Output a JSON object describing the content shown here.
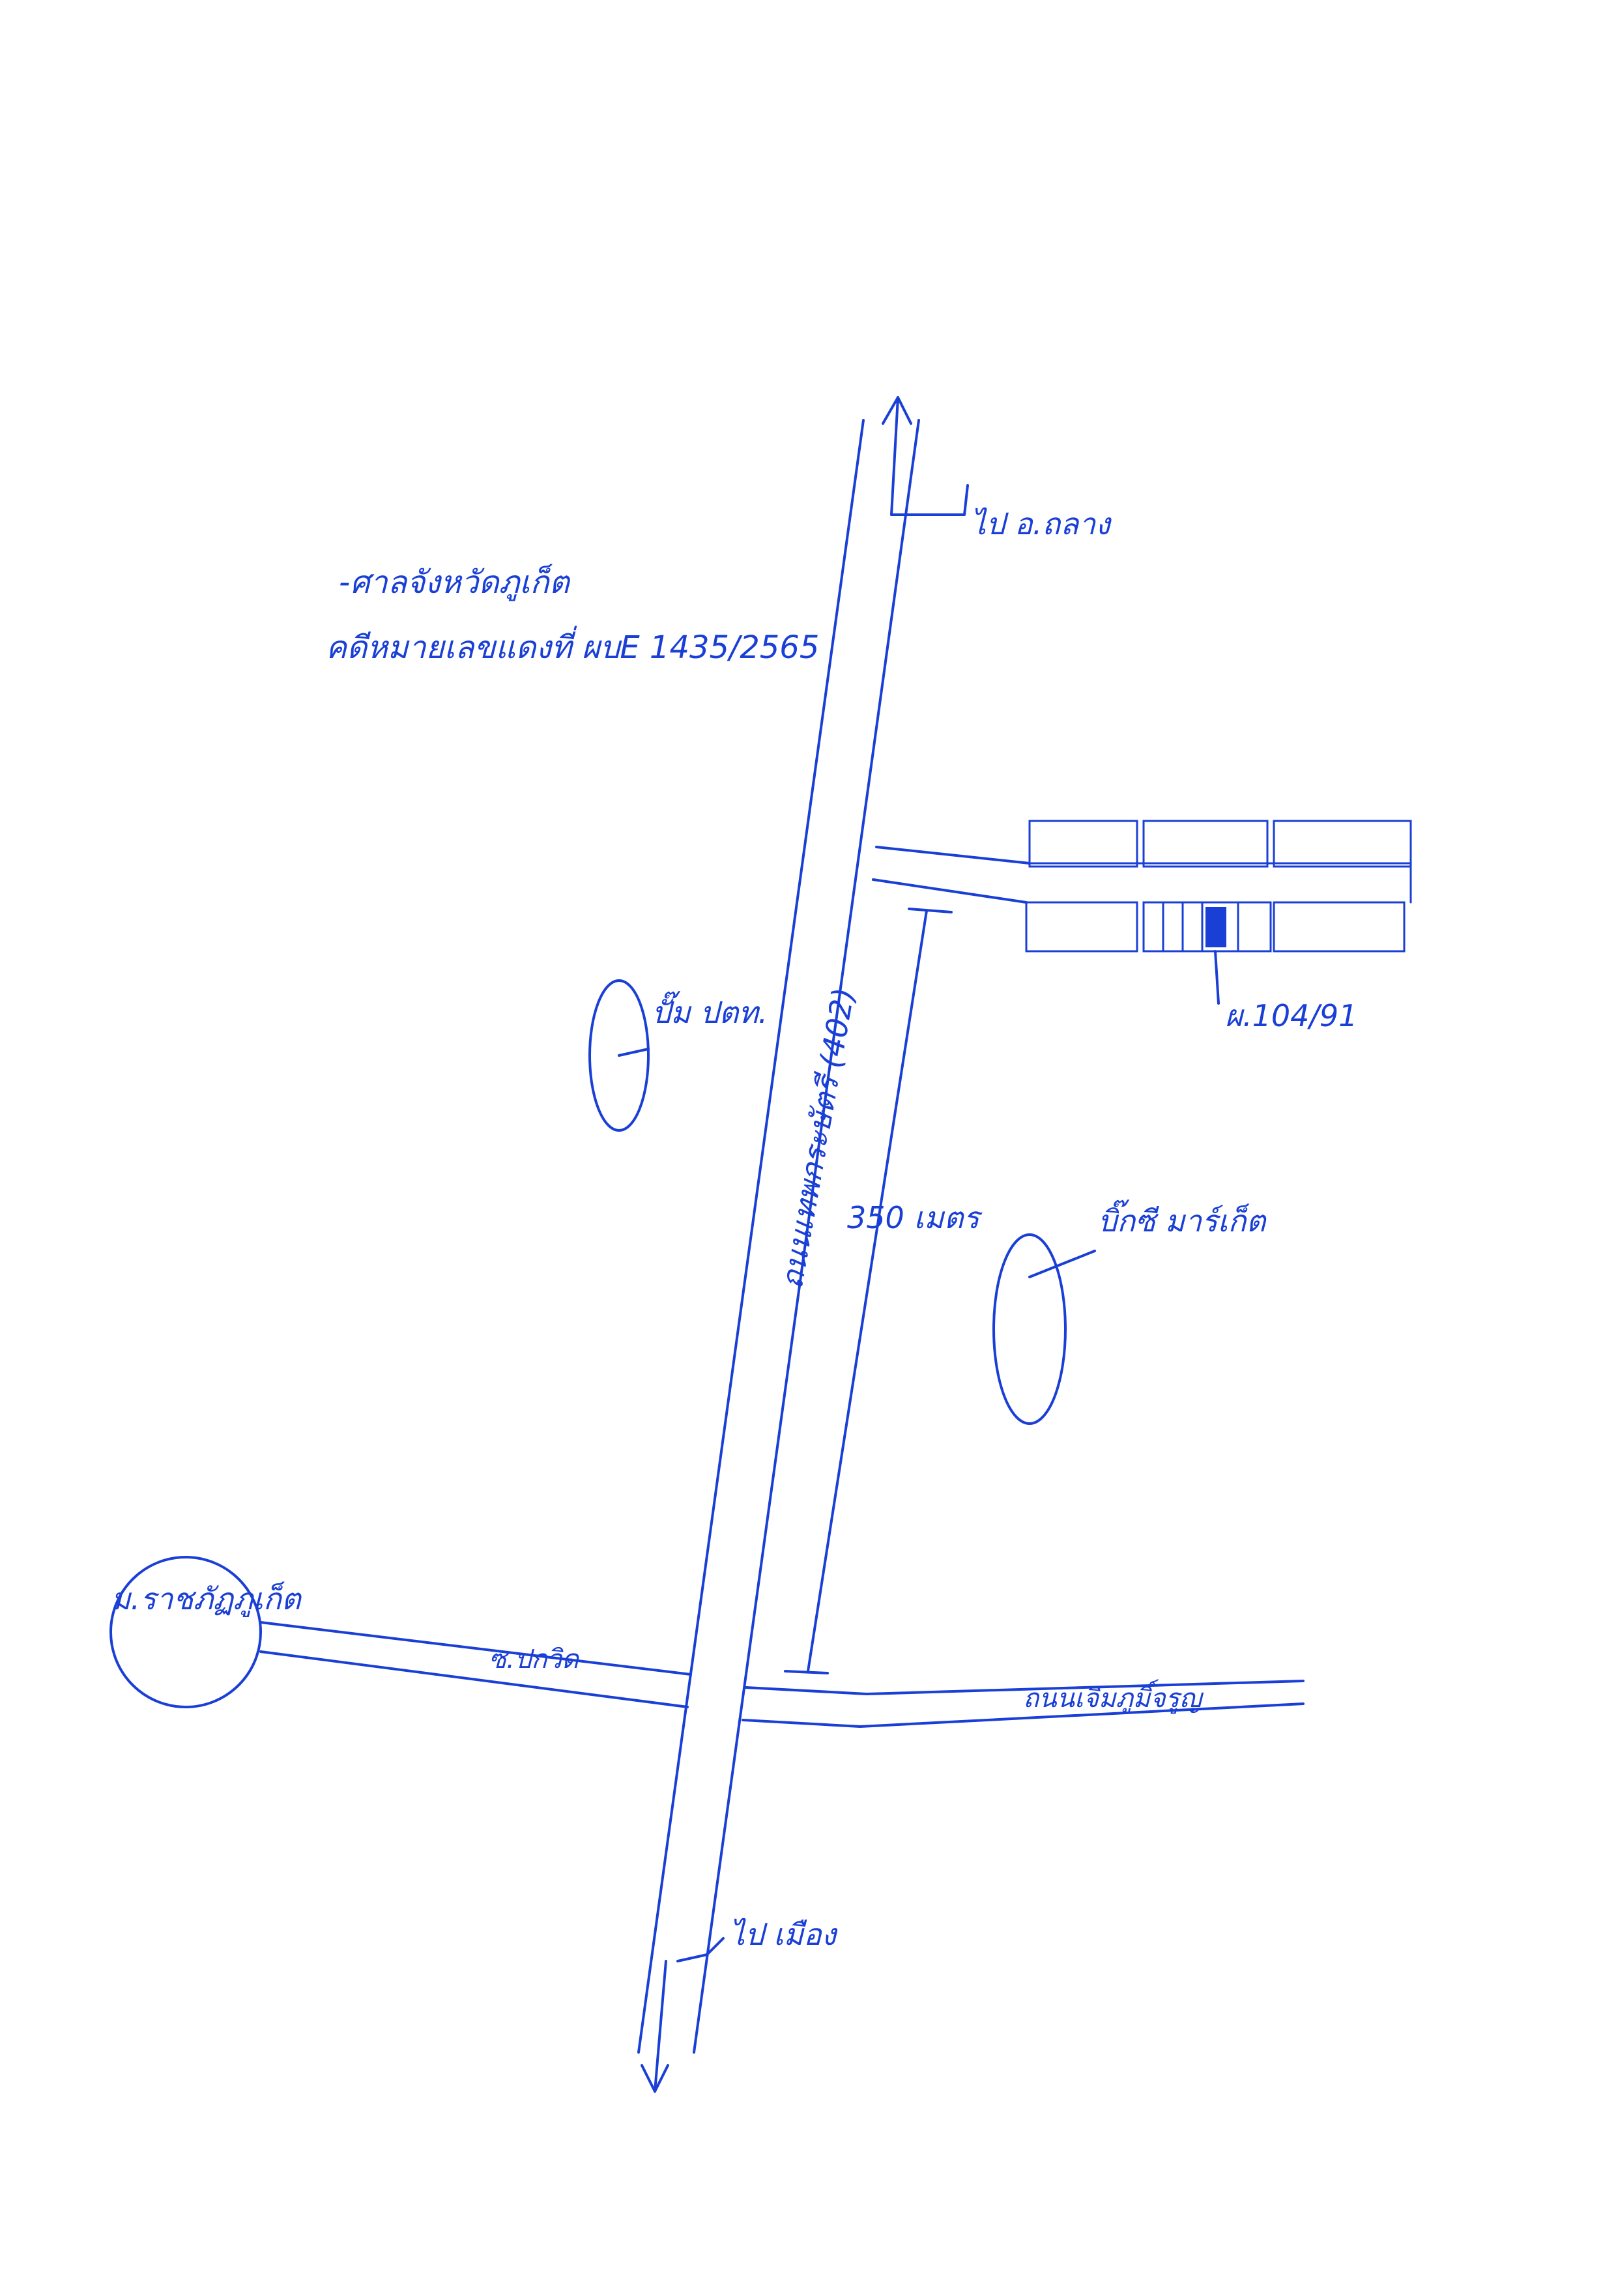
{
  "header": {
    "court_line": "-ศาลจังหวัดภูเก็ต",
    "case_line": "คดีหมายเลขแดงที่ ผบE 1435/2565"
  },
  "roads": {
    "main_road_label": "ถนนเทพกระษัตรี (402)",
    "soi_label": "ซ.ปกวิด",
    "right_road_label": "ถนนเจิมภูมิ์จรูญ",
    "distance_label": "350 เมตร"
  },
  "directions": {
    "north_label": "ไป อ.ถลาง",
    "south_label": "ไป เมือง"
  },
  "landmarks": {
    "gas_station_label": "ปั๊ม ปตท.",
    "supermarket_label": "บิ๊กซี มาร์เก็ต",
    "university_label": "ม.ราชภัฏภูเก็ต",
    "target_property_label": "ผ.104/91"
  },
  "colors": {
    "ink": "#1a3fd6",
    "paper": "#ffffff",
    "target_fill": "#1a3fd6"
  }
}
